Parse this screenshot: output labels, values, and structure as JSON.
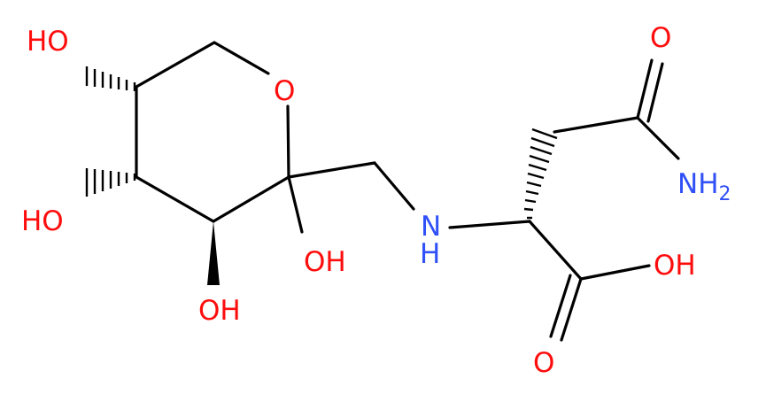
{
  "colors": {
    "bond": "#000000",
    "oxygen": "#ff0d0d",
    "nitrogen": "#3050f8",
    "background": "#ffffff"
  },
  "labels": {
    "ho_top": "HO",
    "o_ring": "O",
    "ho_left": "HO",
    "oh_c2": "OH",
    "oh_bottom": "OH",
    "nh": "N",
    "nh_h": "H",
    "o_amide": "O",
    "nh2_n": "NH",
    "nh2_sub": "2",
    "oh_acid": "OH",
    "o_acid": "O"
  }
}
